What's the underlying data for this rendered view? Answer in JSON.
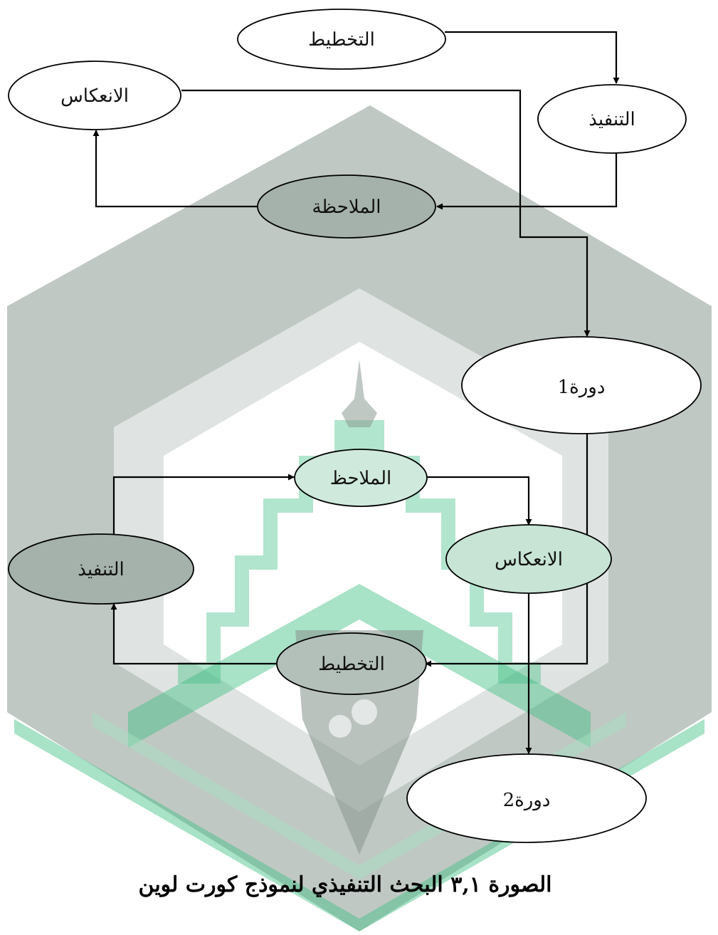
{
  "diagram": {
    "cycle1": {
      "planning": "التخطيط",
      "acting": "التنفيذ",
      "observing": "الملاحظة",
      "reflecting": "الانعكاس",
      "cycle_label": "دورة1"
    },
    "cycle2": {
      "observing": "الملاحظ",
      "reflecting": "الانعكاس",
      "acting": "التنفيذ",
      "planning": "التخطيط",
      "cycle_label": "دورة2"
    }
  },
  "caption": "الصورة ٣,١ البحث التنفيذي لنموذج كورت لوين",
  "colors": {
    "watermark_gray": "#8c9a93",
    "watermark_green": "#3fbf82",
    "watermark_light_green": "#a6e0c2"
  }
}
